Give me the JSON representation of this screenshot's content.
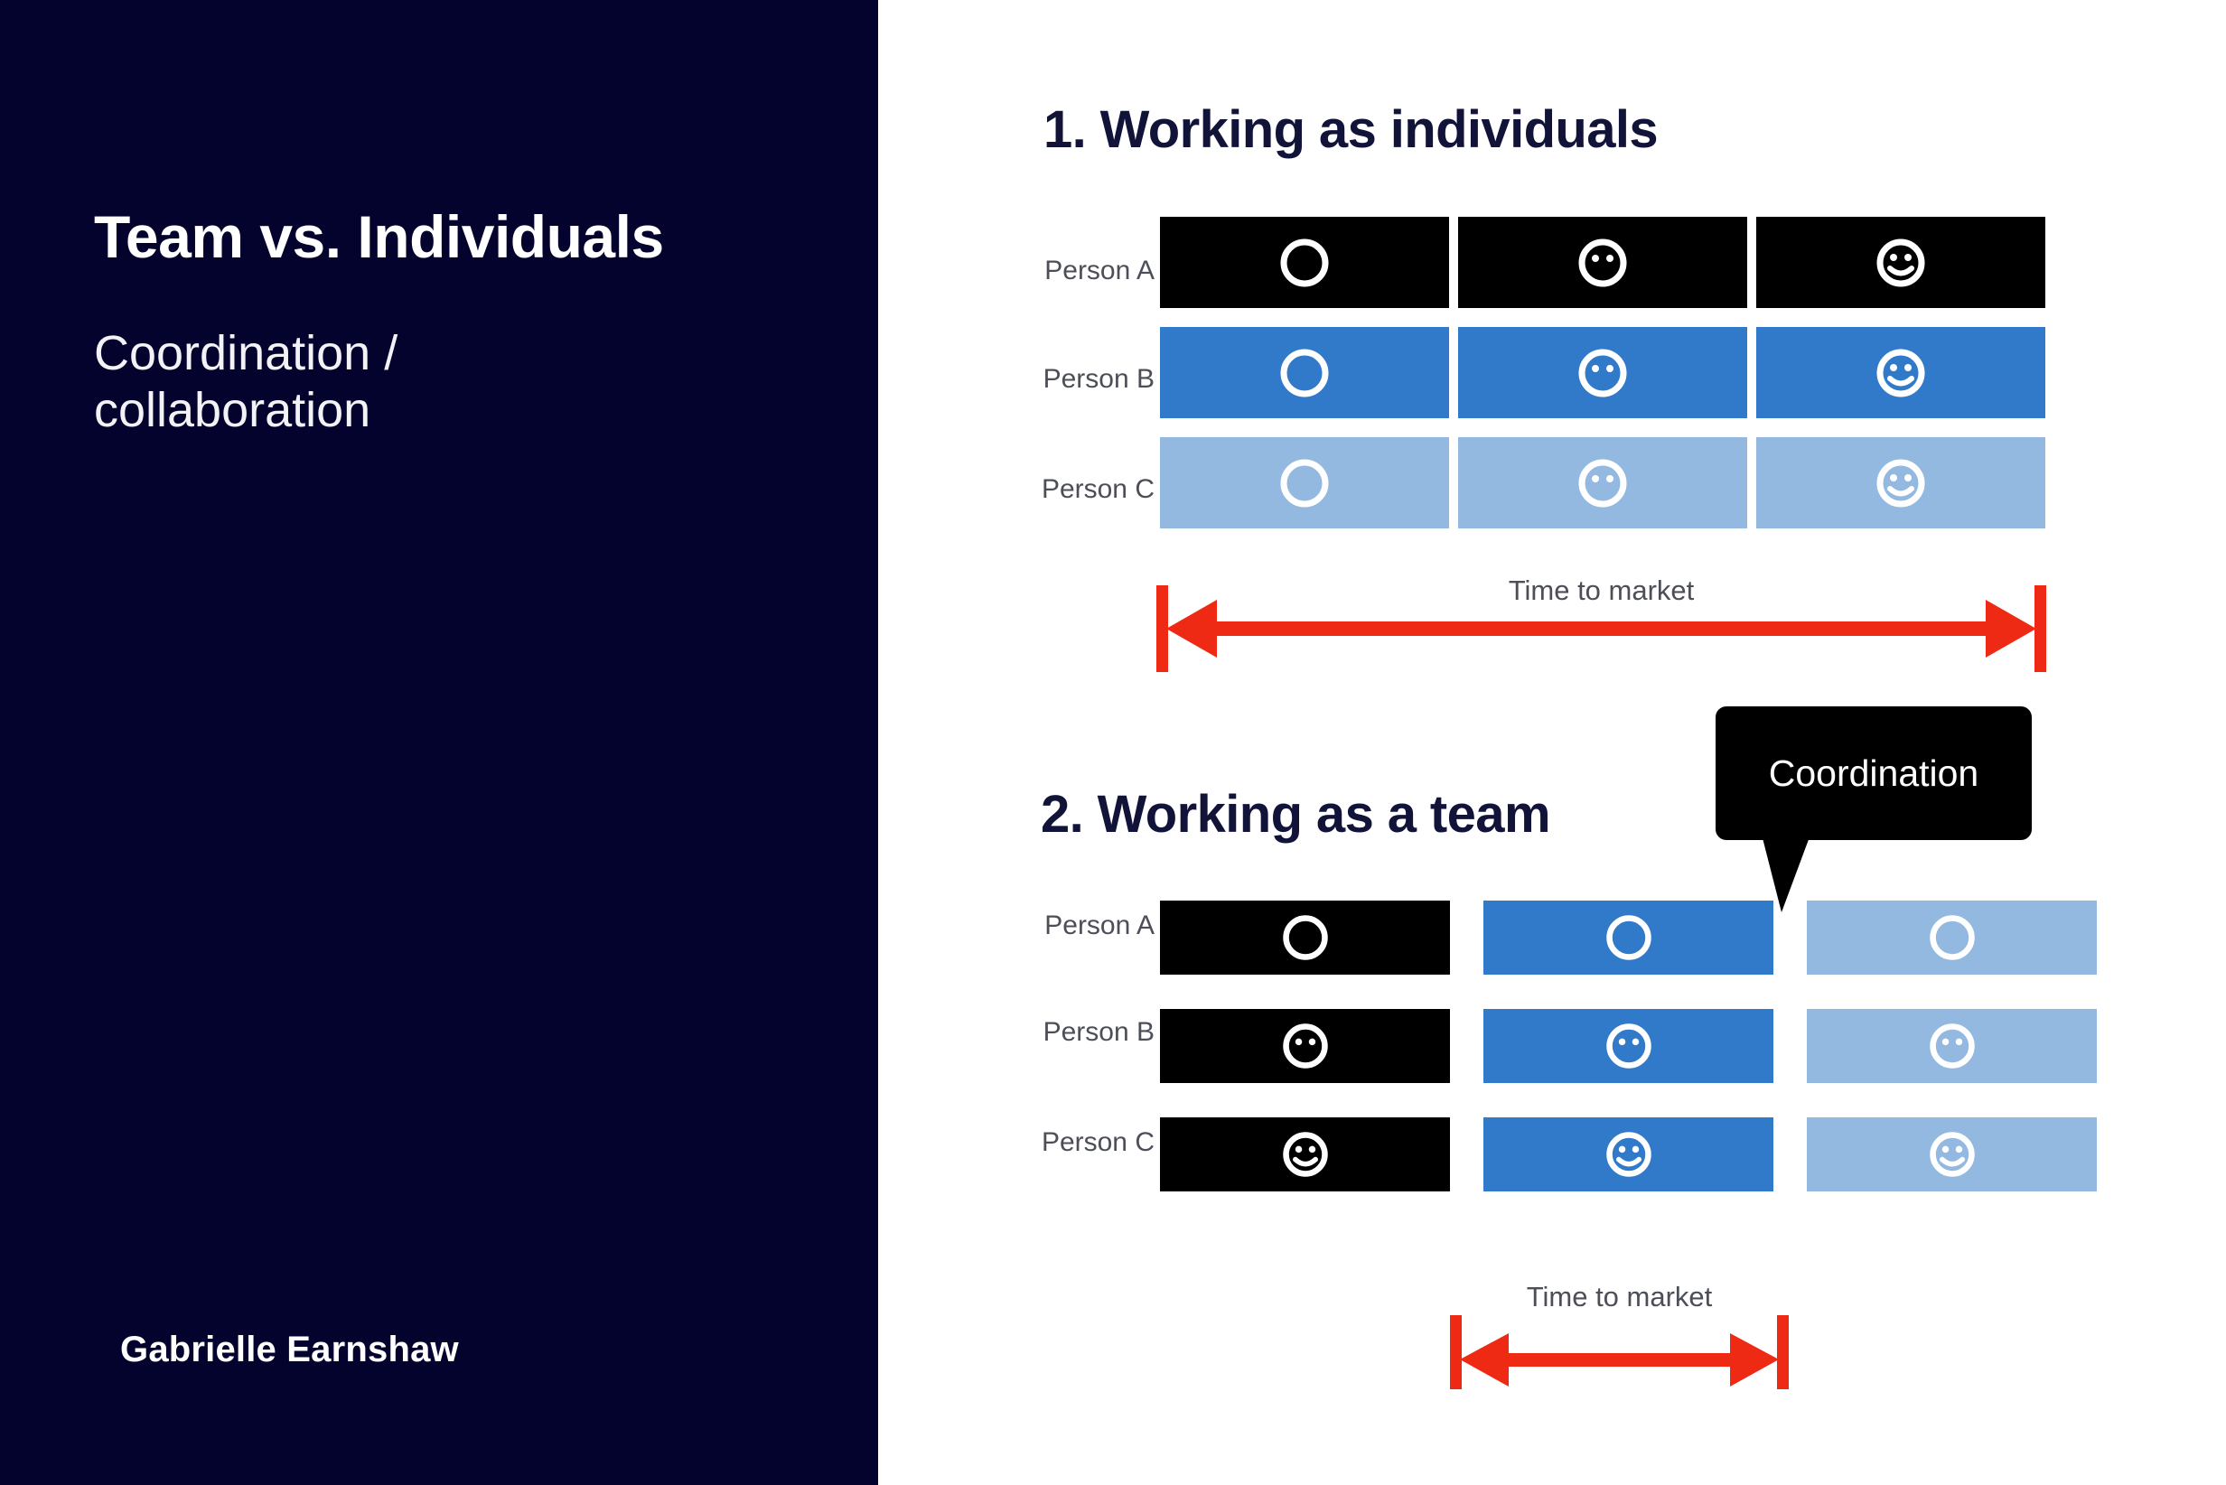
{
  "slide": {
    "title": "Team vs. Individuals",
    "subtitle": "Coordination /\ncollaboration",
    "author": "Gabrielle Earnshaw",
    "background_navy": "#04032e",
    "background_white": "#ffffff"
  },
  "colors": {
    "navy": "#04032e",
    "heading_navy": "#111338",
    "bar_black": "#000000",
    "bar_blue": "#3179c9",
    "bar_light_blue": "#94b9e0",
    "arrow_red": "#ef2a14",
    "label_gray": "#4d4f58",
    "callout_black": "#000000"
  },
  "sections": [
    {
      "id": "individuals",
      "heading": "1. Working as individuals",
      "row_labels": [
        "Person A",
        "Person B",
        "Person C"
      ],
      "row_colors": [
        "#000000",
        "#3179c9",
        "#94b9e0"
      ],
      "column_count": 3,
      "column_face_states": [
        "empty",
        "eyes",
        "smile"
      ],
      "grouping": "color-by-row",
      "timeline": {
        "label": "Time to market",
        "span": "full",
        "arrow_color": "#ef2a14"
      }
    },
    {
      "id": "team",
      "heading": "2. Working as a team",
      "row_labels": [
        "Person A",
        "Person B",
        "Person C"
      ],
      "column_colors": [
        "#000000",
        "#3179c9",
        "#94b9e0"
      ],
      "column_count": 3,
      "row_face_states": [
        "empty",
        "eyes",
        "smile"
      ],
      "grouping": "color-by-column",
      "callout": {
        "label": "Coordination",
        "points_to": "gap-between-column-2-and-3"
      },
      "timeline": {
        "label": "Time to market",
        "span": "short",
        "arrow_color": "#ef2a14"
      }
    }
  ],
  "icons": {
    "face_empty": "circle-outline-icon",
    "face_eyes": "face-neutral-icon",
    "face_smile": "face-smile-icon",
    "arrow": "double-headed-arrow-icon",
    "callout": "speech-bubble-icon"
  }
}
